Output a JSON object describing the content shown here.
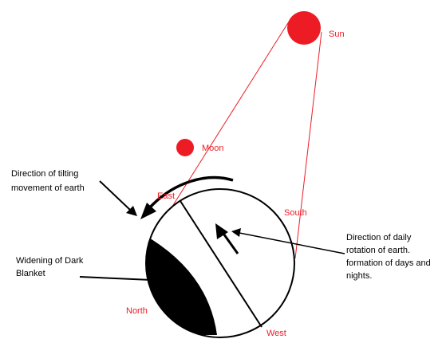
{
  "colors": {
    "red": "#ed1c24",
    "black": "#000000",
    "background": "#ffffff"
  },
  "labels": {
    "sun": "Sun",
    "moon": "Moon",
    "east": "East",
    "south": "South",
    "north": "North",
    "west": "West"
  },
  "notes": {
    "tilting": [
      "Direction of tilting",
      "movement of earth"
    ],
    "dark_blanket": [
      "Widening of Dark",
      "Blanket"
    ],
    "rotation": [
      "Direction of daily",
      "rotation of earth.",
      "formation of days and",
      "nights."
    ]
  }
}
